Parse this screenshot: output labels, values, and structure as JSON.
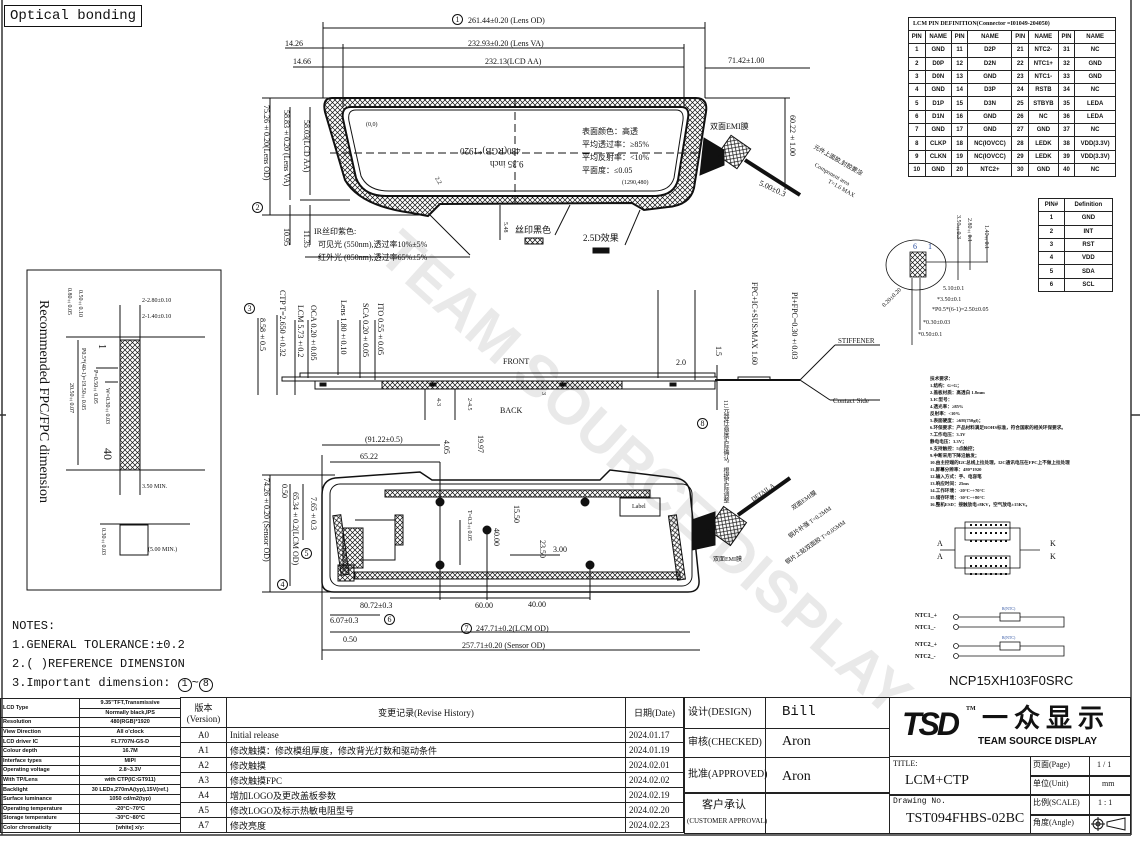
{
  "sheet_label": "Optical bonding",
  "watermark": "TEAM SOURCE DISPLAY",
  "top_view": {
    "lens_od": "261.44±0.20 (Lens OD)",
    "lens_va": "232.93±0.20 (Lens VA)",
    "lcd_aa": "232.13(LCD AA)",
    "off1": "14.26",
    "off2": "14.66",
    "fpc_len": "71.42±1.00",
    "h_lens_od": "75.26±0.20(Lens OD)",
    "h_lens_va": "58.83±0.20 (Lens VA)",
    "h_lcd_aa": "58.03(LCD AA)",
    "d1095": "10.95",
    "d1135": "11.35",
    "d548": "5.48",
    "d22": "2.2",
    "fpc_h": "60.22±1.00",
    "fpc_w": "5.00±0.3",
    "origin": "(0,0)",
    "end": "(1290,480)",
    "resolution": "480(RGB)*1920",
    "size": "9.35 inch",
    "surface1": "表面颜色：高透",
    "surface2": "平均透过率：≥85%",
    "surface3": "平均反射率：<10%",
    "surface4": "平面度：≤0.05",
    "emi": "双面EMI膜",
    "silk_black": "丝印黑色",
    "effect_25d": "2.5D效果",
    "ir1": "IR丝印紫色:",
    "ir2": "可见光 (550nm),透过率10%±5%",
    "ir3": "红外光 (850nm),透过率65%±5%",
    "comp1": "元件上面胶,封胶要涂",
    "comp2": "Component area",
    "comp3": "T=1.6 MAX",
    "c1": "1",
    "c2": "2"
  },
  "side_view": {
    "c3": "3",
    "total": "8.58±0.5",
    "ctp": "CTP T=2.650±0.32",
    "lcm": "LCM 5.73±0.2",
    "oca": "OCA 0.20±0.05",
    "lens": "Lens 1.80±0.10",
    "sca": "SCA 0.20±0.05",
    "ito": "ITO 0.55±0.05",
    "fpc_ic": "FPC+IC+SUS:MAX 1.60",
    "pi_fpc": "PI+FPC=0.30±0.03",
    "front": "FRONT",
    "back": "BACK",
    "d20": "2.0",
    "d15": "1.5",
    "d3": "3",
    "d43": "4-3",
    "d245": "2-4.5",
    "stiffener": "STIFFENER",
    "contact": "Contact Side",
    "c8": "8",
    "note8": "11.元器件高度实际确认，根据实际调整"
  },
  "bottom_view": {
    "d9122": "(91.22±0.5)",
    "d6522": "65.22",
    "d405": "4.05",
    "d1997": "19.97",
    "sensor_h": "74.26±0.20 (Sensor OD)",
    "d050a": "0.50",
    "lcm_h": "65.34±0.2(LCM OD)",
    "d765": "7.65±0.3",
    "c4": "4",
    "c5": "5",
    "c6": "6",
    "c7": "7",
    "d4000v": "40.00",
    "d1550": "15.50",
    "d2350": "23.50",
    "d300": "3.00",
    "label": "Label",
    "stiff_note": "T=0.3±0.05",
    "d8072": "80.72±0.3",
    "d6000": "60.00",
    "d4000": "40.00",
    "d607": "6.07±0.3",
    "lcm_od": "247.71±0.2(LCM OD)",
    "d050b": "0.50",
    "sensor_od": "257.71±0.20 (Sensor OD)",
    "detail": "DETAIL A",
    "emi1": "双面EMI膜",
    "steel1": "钢片补强 T=0.2MM",
    "steel2": "钢片上贴双面胶 T=0.05MM",
    "emi2": "双面EMI膜"
  },
  "fpc_rec": {
    "title": "Recommended FPC/FPC dimension",
    "a": "2-2.80±0.10",
    "b": "2-1.40±0.10",
    "c": "0.50±0.10",
    "d": "0.80±0.05",
    "e": "P0.5*(40-1)=19.50±0.05",
    "f": "P=0.50±0.05",
    "g": "W=0.30±0.03",
    "h": "20.50±0.07",
    "p1": "1",
    "p40": "40",
    "i": "3.50 MIN.",
    "j": "0.30±0.03",
    "k": "(5.00 MIN.)"
  },
  "notes": {
    "title": "NOTES:",
    "n1": "1.GENERAL TOLERANCE:±0.2",
    "n2": "2.( )REFERENCE DIMENSION",
    "n3a": "3.Important dimension:",
    "n3b": "1",
    "n3c": "~",
    "n3d": "8"
  },
  "lcm_pins": {
    "title": "LCM PIN DEFINITION(Connector =I01049-204050)",
    "headers": [
      "PIN",
      "NAME",
      "PIN",
      "NAME",
      "PIN",
      "NAME",
      "PIN",
      "NAME"
    ],
    "rows": [
      [
        "1",
        "GND",
        "11",
        "D2P",
        "21",
        "NTC2-",
        "31",
        "NC"
      ],
      [
        "2",
        "D0P",
        "12",
        "D2N",
        "22",
        "NTC1+",
        "32",
        "GND"
      ],
      [
        "3",
        "D0N",
        "13",
        "GND",
        "23",
        "NTC1-",
        "33",
        "GND"
      ],
      [
        "4",
        "GND",
        "14",
        "D3P",
        "24",
        "RSTB",
        "34",
        "NC"
      ],
      [
        "5",
        "D1P",
        "15",
        "D3N",
        "25",
        "STBYB",
        "35",
        "LEDA"
      ],
      [
        "6",
        "D1N",
        "16",
        "GND",
        "26",
        "NC",
        "36",
        "LEDA"
      ],
      [
        "7",
        "GND",
        "17",
        "GND",
        "27",
        "GND",
        "37",
        "NC"
      ],
      [
        "8",
        "CLKP",
        "18",
        "NC(IOVCC)",
        "28",
        "LEDK",
        "38",
        "VDD(3.3V)"
      ],
      [
        "9",
        "CLKN",
        "19",
        "NC(IOVCC)",
        "29",
        "LEDK",
        "39",
        "VDD(3.3V)"
      ],
      [
        "10",
        "GND",
        "20",
        "NTC2+",
        "30",
        "GND",
        "40",
        "NC"
      ]
    ]
  },
  "ctp_pins": {
    "headers": [
      "PIN#",
      "Definition"
    ],
    "rows": [
      [
        "1",
        "GND"
      ],
      [
        "2",
        "INT"
      ],
      [
        "3",
        "RST"
      ],
      [
        "4",
        "VDD"
      ],
      [
        "5",
        "SDA"
      ],
      [
        "6",
        "SCL"
      ]
    ]
  },
  "ctp_fpc": {
    "p6": "6",
    "p1": "1",
    "a": "1.40±0.1",
    "b": "2.80±0.1",
    "c": "3.50±0.3",
    "d": "5.10±0.1",
    "e": "*3.50±0.1",
    "f": "*P0.5*(6-1)=2.50±0.05",
    "g": "*0.30±0.03",
    "h": "*0.50±0.1",
    "i": "0.20±0.20"
  },
  "tech_req": [
    "技术要求：",
    "1.结构：G+G；",
    "2.盖板材质：高透白 1.8mm",
    "3.IC型号：",
    "4.透光率：≥85%",
    "   反射率：<10%",
    "5.表面硬度：≥6H(750gf)；",
    "6.环保要求：产品材料满足ROHS标准，符合国家的相关环保要求。",
    "7.工作电压：3.3V",
    "   静电电压：3.3V；",
    "8.支持触控：5点触控；",
    "9.中断采用下降沿触发；",
    "10.由主控端的I2C总线上拉处理，I2C通讯电压在FPC上不做上拉处理",
    "11.屏幕分辨率：480*1920",
    "12.输入方式：手、电容笔",
    "13.响应时间：25ms",
    "14.工作环境：-20°C~+70°C",
    "15.储存环境：-30°C~+80°C",
    "16.整机ESD：接触放电±8KV，空气放电±15KV。"
  ],
  "schematic": {
    "a1": "A",
    "a2": "A",
    "k1": "K",
    "k2": "K",
    "ntc1p": "NTC1_+",
    "ntc1m": "NTC1_-",
    "ntc2p": "NTC2_+",
    "ntc2m": "NTC2_-",
    "r1": "R(NTC)",
    "r2": "R(NTC)",
    "part": "NCP15XH103F0SRC"
  },
  "spec": {
    "lcd_type": "LCD Type",
    "lcd_type_v1": "9.35\"TFT,Transmissive",
    "lcd_type_v2": "Normally black,IPS",
    "rows": [
      [
        "Resolution",
        "480(RGB)*1920"
      ],
      [
        "View Direction",
        "All o'clock"
      ],
      [
        "LCD driver IC",
        "FL7707N-G5-D"
      ],
      [
        "Colour depth",
        "16.7M"
      ],
      [
        "Interface types",
        "MIPI"
      ],
      [
        "Operating voltage",
        "2.8~3.3V"
      ],
      [
        "With TP/Lens",
        "with CTP(IC:GT911)"
      ],
      [
        "Backlight",
        "30 LEDs,270mA(typ),15V(ref.)"
      ],
      [
        "Surface luminance",
        "1050 cd/m2(typ)"
      ],
      [
        "Operating temperature",
        "-20°C~70°C"
      ],
      [
        "Storage temperature",
        "-30°C~80°C"
      ],
      [
        "Color chromaticity",
        "[white] x/y:"
      ]
    ]
  },
  "revisions": {
    "h_version": "版本(Version)",
    "h_history": "变更记录(Revise History)",
    "h_date": "日期(Date)",
    "rows": [
      [
        "A0",
        "Initial release",
        "2024.01.17"
      ],
      [
        "A1",
        "修改触摸：修改模组厚度，修改背光灯数和驱动条件",
        "2024.01.19"
      ],
      [
        "A2",
        "修改触摸",
        "2024.02.01"
      ],
      [
        "A3",
        "修改触摸FPC",
        "2024.02.02"
      ],
      [
        "A4",
        "增加LOGO及更改盖板参数",
        "2024.02.19"
      ],
      [
        "A5",
        "修改LOGO及标示热敏电阻型号",
        "2024.02.20"
      ],
      [
        "A7",
        "修改亮度",
        "2024.02.23"
      ]
    ]
  },
  "title_block": {
    "design_label": "设计(DESIGN)",
    "design": "Bill",
    "checked_label": "审核(CHECKED)",
    "checked": "Aron",
    "approved_label": "批准(APPROVED)",
    "approved": "Aron",
    "customer_label1": "客户承认",
    "customer_label2": "(CUSTOMER APPROVAL)",
    "logo_mark": "TSD",
    "logo_tm": "TM",
    "logo_cn": "一众显示",
    "logo_en": "TEAM SOURCE DISPLAY",
    "title_label": "TITLE:",
    "title": "LCM+CTP",
    "drawing_label": "Drawing No.",
    "drawing_no": "TST094FHBS-02BC",
    "page_label": "页面(Page)",
    "page": "1 / 1",
    "unit_label": "单位(Unit)",
    "unit": "mm",
    "scale_label": "比例(SCALE)",
    "scale": "1 : 1",
    "angle_label": "角度(Angle)"
  }
}
